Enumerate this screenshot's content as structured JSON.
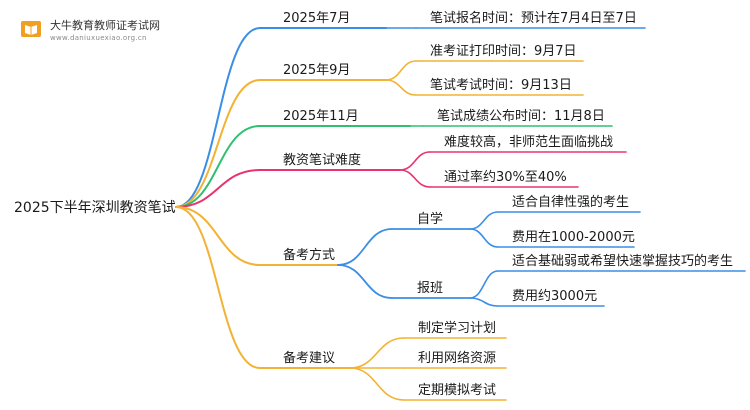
{
  "brand": {
    "title": "大牛教育教师证考试网",
    "url": "www.daniuxuexiao.org.cn",
    "icon": "open-book-icon",
    "color": "#f0a020"
  },
  "mindmap": {
    "root": "2025下半年深圳教资笔试",
    "branches": [
      {
        "label": "2025年7月",
        "color": "#3a8ee6",
        "leaves": [
          "笔试报名时间：预计在7月4日至7日"
        ]
      },
      {
        "label": "2025年9月",
        "color": "#f2b233",
        "leaves": [
          "准考证打印时间：9月7日",
          "笔试考试时间：9月13日"
        ]
      },
      {
        "label": "2025年11月",
        "color": "#2fbf71",
        "leaves": [
          "笔试成绩公布时间：11月8日"
        ]
      },
      {
        "label": "教资笔试难度",
        "color": "#e8336d",
        "leaves": [
          "难度较高，非师范生面临挑战",
          "通过率约30%至40%"
        ]
      },
      {
        "label": "备考方式",
        "color": "#f2b233",
        "sub": [
          {
            "label": "自学",
            "color": "#3a8ee6",
            "leaves": [
              "适合自律性强的考生",
              "费用在1000-2000元"
            ]
          },
          {
            "label": "报班",
            "color": "#3a8ee6",
            "leaves": [
              "适合基础弱或希望快速掌握技巧的考生",
              "费用约3000元"
            ]
          }
        ]
      },
      {
        "label": "备考建议",
        "color": "#f2b233",
        "leaves": [
          "制定学习计划",
          "利用网络资源",
          "定期模拟考试"
        ]
      }
    ]
  }
}
